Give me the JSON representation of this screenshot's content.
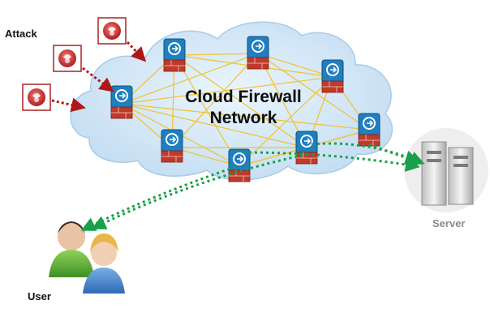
{
  "labels": {
    "attack": "Attack",
    "user": "User",
    "server": "Server",
    "cloud_title_line1": "Cloud Firewall",
    "cloud_title_line2": "Network"
  },
  "colors": {
    "cloud_fill": "#cfe6f7",
    "cloud_edge": "#a9cbe8",
    "mesh_line": "#f2c22e",
    "attack_arrow": "#b01818",
    "traffic_arrow": "#1aa04a",
    "firewall_face": "#1f7fbf",
    "firewall_brick": "#c0392b",
    "attacker_frame": "#b03030",
    "server_body": "#d9d9d9"
  },
  "icons": {
    "firewall": "firewall-node-icon",
    "attacker": "attacker-bug-icon",
    "server": "server-rack-icon",
    "user": "user-people-icon"
  }
}
